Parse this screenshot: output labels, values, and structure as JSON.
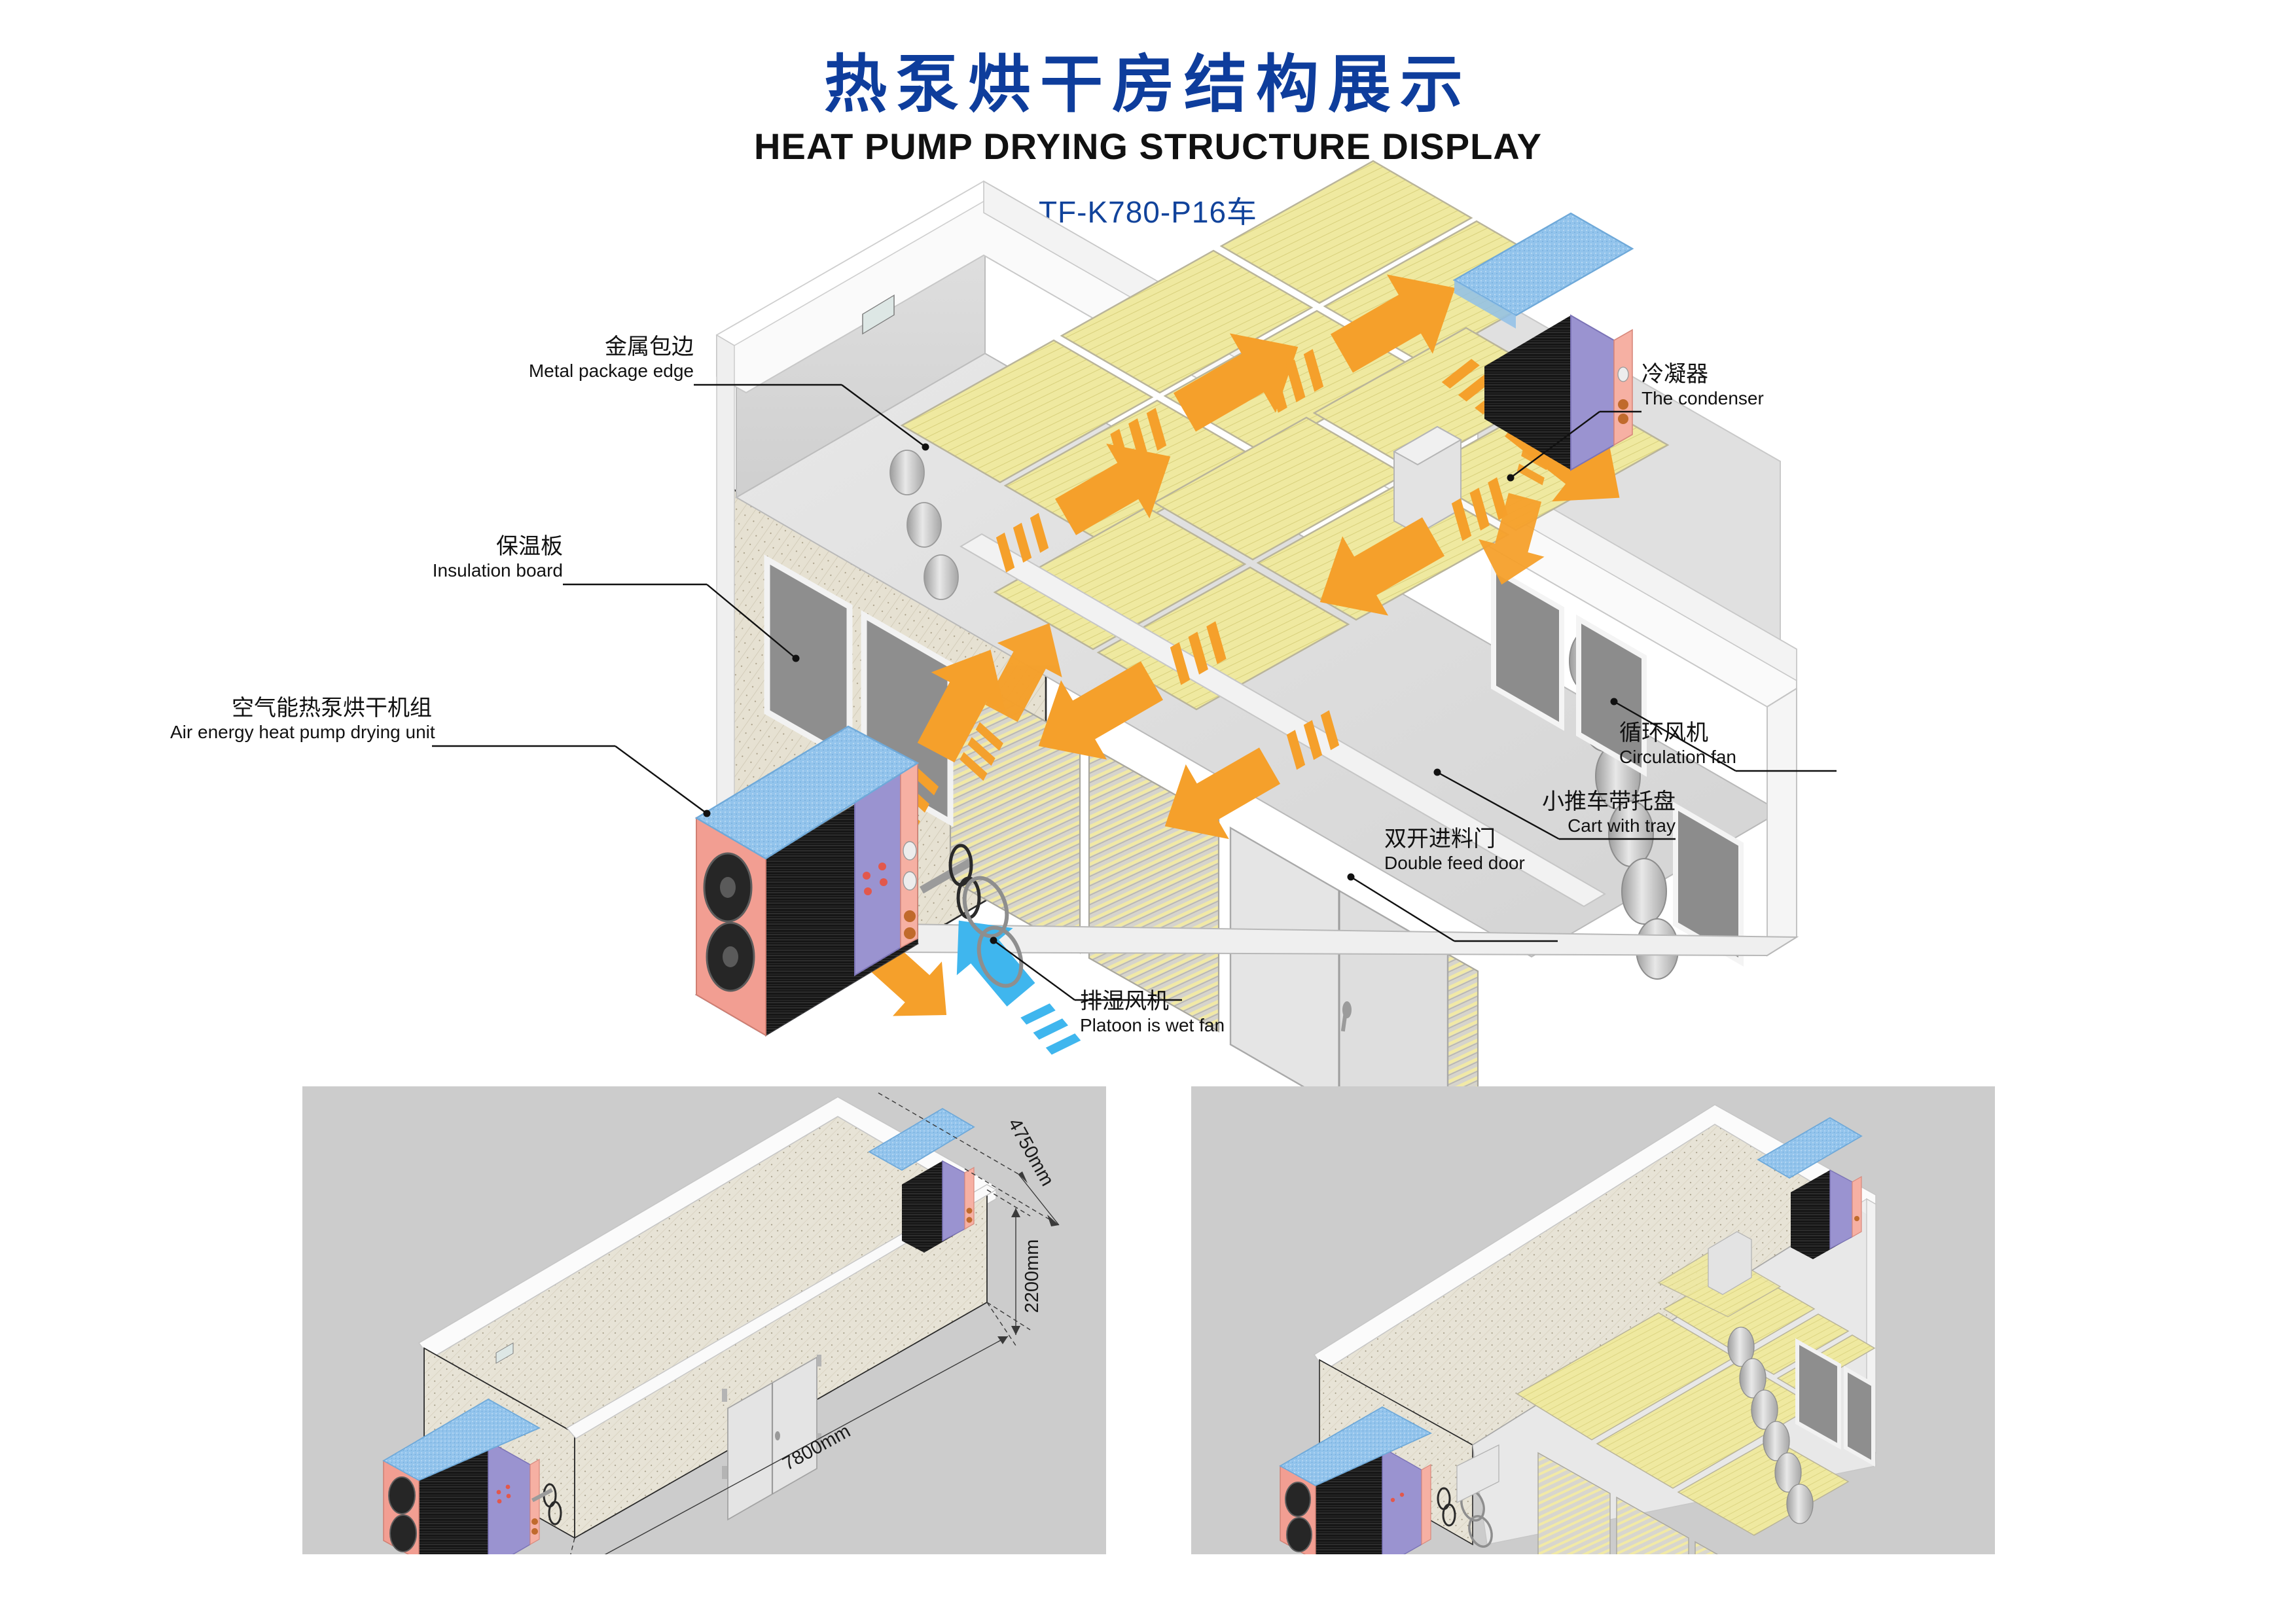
{
  "title": {
    "cn": "热泵烘干房结构展示",
    "en": "HEAT PUMP DRYING STRUCTURE DISPLAY",
    "model": "TF-K780-P16车",
    "cn_color": "#0E3D9C",
    "en_color": "#111111",
    "model_color": "#11439B"
  },
  "labels": [
    {
      "id": "metal-package-edge",
      "cn": "金属包边",
      "en": "Metal package edge"
    },
    {
      "id": "insulation-board",
      "cn": "保温板",
      "en": "Insulation board"
    },
    {
      "id": "heat-pump-unit",
      "cn": "空气能热泵烘干机组",
      "en": "Air energy heat pump drying unit"
    },
    {
      "id": "condenser",
      "cn": "冷凝器",
      "en": "The condenser"
    },
    {
      "id": "circulation-fan",
      "cn": "循环风机",
      "en": "Circulation fan"
    },
    {
      "id": "cart-with-tray",
      "cn": "小推车带托盘",
      "en": "Cart with tray"
    },
    {
      "id": "double-feed-door",
      "cn": "双开进料门",
      "en": "Double feed door"
    },
    {
      "id": "dehumidify-fan",
      "cn": "排湿风机",
      "en": "Platoon is wet fan"
    }
  ],
  "dimensions": {
    "length": "7800mm",
    "depth": "4750mm",
    "height": "2200mm"
  },
  "colors": {
    "panel_background": "#cccccc",
    "airflow_arrow": "#F5A02B",
    "exhaust_arrow": "#3FB6EE",
    "tray_fill": "#EDE79A",
    "insulation_panel": "#E3DFD0",
    "metal_edge": "#FAFAFA",
    "wall_interior": "#D8D8D8",
    "unit_roof": "#8FC2EA",
    "unit_side": "#F29E92",
    "unit_panel": "#9A93D0",
    "unit_base": "#2C3578",
    "fan_dark": "#2A2A2A"
  },
  "airflow": {
    "hot_air_label_count": 8,
    "exhaust_count": 1
  }
}
